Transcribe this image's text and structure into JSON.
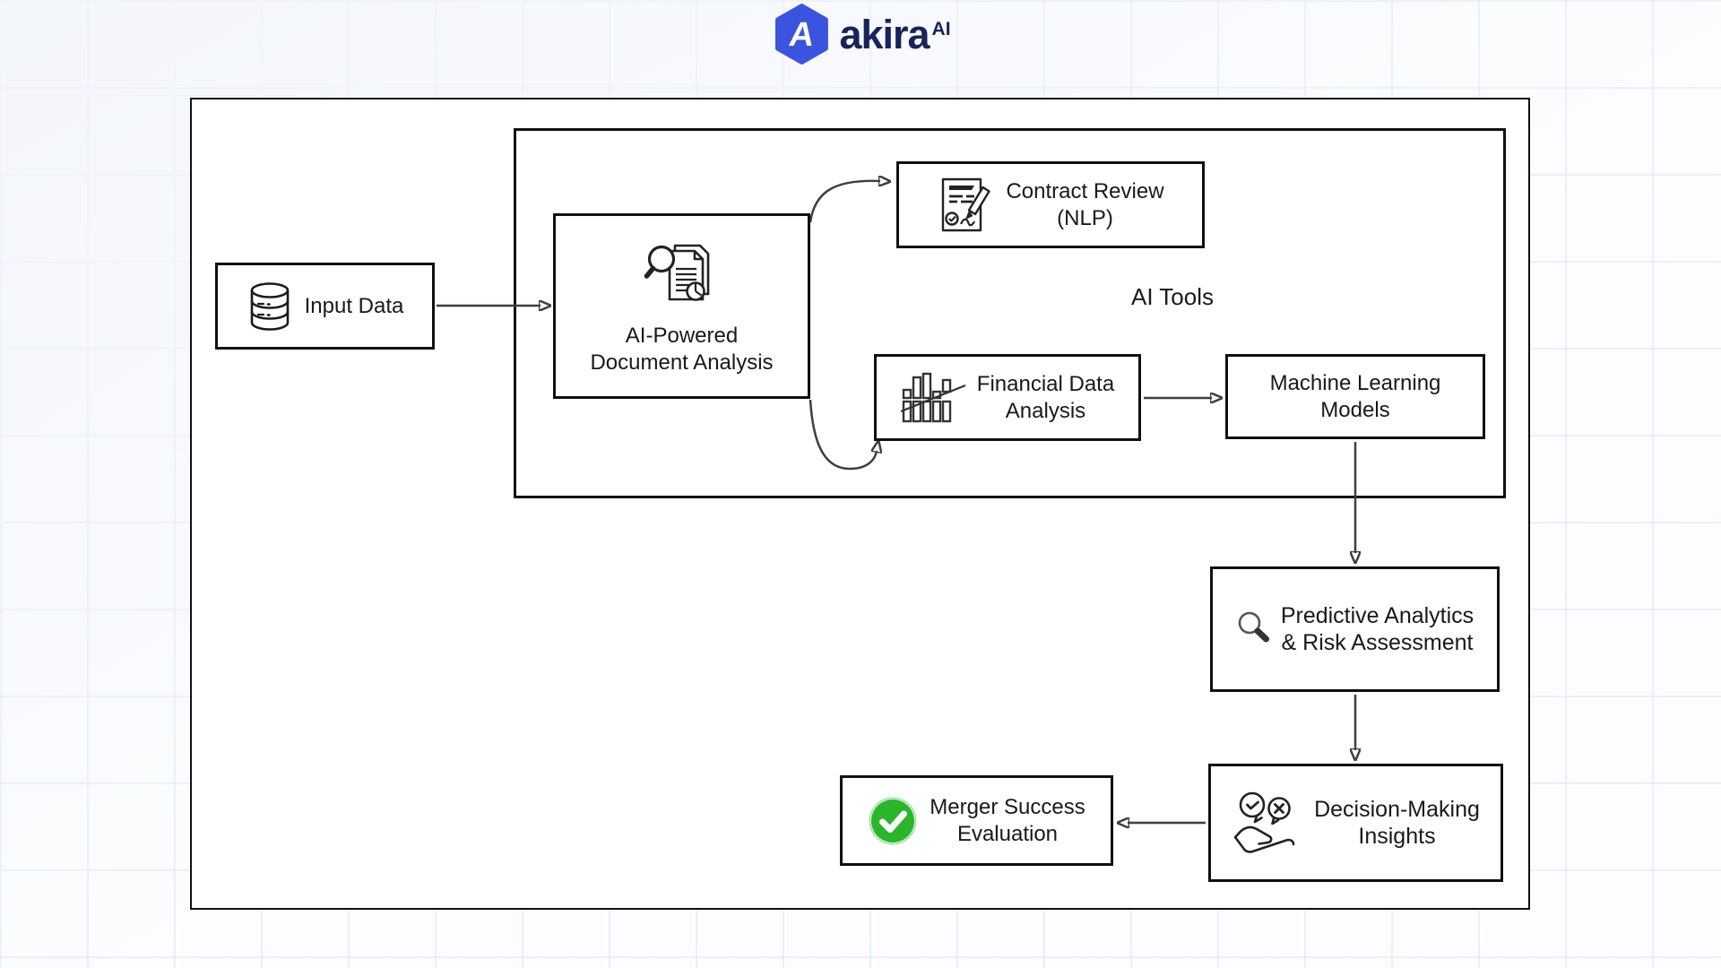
{
  "logo": {
    "brand": "akira",
    "superscript": "AI",
    "monogram": "A",
    "colors": {
      "hexagon_blue": "#3b54e0",
      "brand_navy": "#17235a"
    }
  },
  "diagram": {
    "group_label": "AI Tools",
    "nodes": {
      "input_data": {
        "label": "Input Data"
      },
      "document_analysis": {
        "line1": "AI-Powered",
        "line2": "Document Analysis"
      },
      "contract_review": {
        "line1": "Contract Review",
        "line2": "(NLP)"
      },
      "financial_analysis": {
        "line1": "Financial Data",
        "line2": "Analysis"
      },
      "ml_models": {
        "line1": "Machine Learning",
        "line2": "Models"
      },
      "predictive_analytics": {
        "line1": "Predictive Analytics",
        "line2": "& Risk Assessment"
      },
      "decision_insights": {
        "line1": "Decision-Making",
        "line2": "Insights"
      },
      "merger_evaluation": {
        "line1": "Merger Success",
        "line2": "Evaluation"
      }
    },
    "icons": {
      "logo": "akira-hexagon-icon",
      "input_data": "database-icon",
      "document_analysis": "document-magnifier-icon",
      "contract_review": "contract-signing-icon",
      "financial_analysis": "bar-chart-trend-icon",
      "predictive_analytics": "magnifier-icon",
      "decision_insights": "hand-feedback-bubbles-icon",
      "merger_evaluation": "green-check-icon"
    },
    "colors": {
      "node_border": "#101010",
      "connector": "#3f3f3f",
      "success_green": "#2bb52b"
    }
  }
}
